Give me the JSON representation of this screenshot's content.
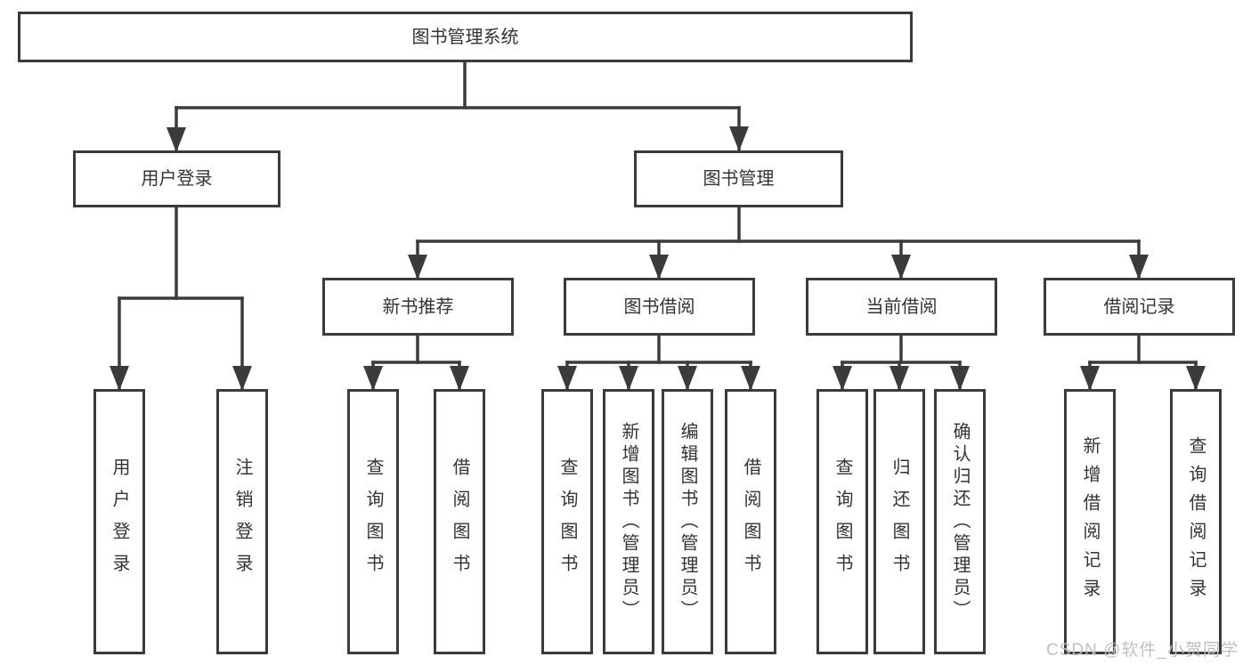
{
  "diagram": {
    "root": {
      "label": "图书管理系统"
    },
    "level2": [
      {
        "label": "用户登录"
      },
      {
        "label": "图书管理"
      }
    ],
    "level3": [
      {
        "label": "新书推荐"
      },
      {
        "label": "图书借阅"
      },
      {
        "label": "当前借阅"
      },
      {
        "label": "借阅记录"
      }
    ],
    "leaves": {
      "user_login": [
        {
          "label": "用户登录"
        },
        {
          "label": "注销登录"
        }
      ],
      "new_book": [
        {
          "label": "查询图书"
        },
        {
          "label": "借阅图书"
        }
      ],
      "book_borrow": [
        {
          "label": "查询图书"
        },
        {
          "label": "新增图书（管理员）"
        },
        {
          "label": "编辑图书（管理员）"
        },
        {
          "label": "借阅图书"
        }
      ],
      "current_borrow": [
        {
          "label": "查询图书"
        },
        {
          "label": "归还图书"
        },
        {
          "label": "确认归还（管理员）"
        }
      ],
      "borrow_records": [
        {
          "label": "新增借阅记录"
        },
        {
          "label": "查询借阅记录"
        }
      ]
    }
  },
  "watermark": {
    "text": "CSDN @软件_小贺同学"
  },
  "colors": {
    "line": "#3b3b3b",
    "text": "#333333",
    "box_background": "#ffffff",
    "watermark": "#bfbfbf"
  }
}
